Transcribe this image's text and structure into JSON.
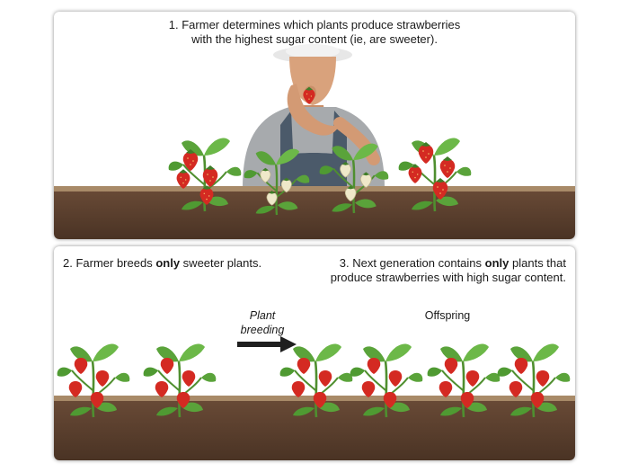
{
  "panel1": {
    "step_line1": "1. Farmer determines which plants produce strawberries",
    "step_line2": "with the highest sugar content (ie, are sweeter)."
  },
  "panel2": {
    "step2_pre": "2. Farmer breeds ",
    "step2_bold": "only",
    "step2_post": " sweeter plants.",
    "step3_pre": "3. Next generation contains ",
    "step3_bold": "only",
    "step3_post": " plants that",
    "step3_line2": "produce strawberries with high sugar content.",
    "arrow_label_line1": "Plant",
    "arrow_label_line2": "breeding",
    "offspring_label": "Offspring"
  },
  "colors": {
    "soil": "#5e4331",
    "soil_edge": "#a88a68",
    "leaf": "#5aa33a",
    "leaf_dark": "#3f7d28",
    "berry_red": "#d42a22",
    "berry_white": "#efe8c9",
    "shirt": "#a7aaad",
    "overalls": "#4b5a6a",
    "skin": "#d9a27c"
  },
  "icons": [
    "strawberry-plant",
    "farmer",
    "arrow-right"
  ]
}
